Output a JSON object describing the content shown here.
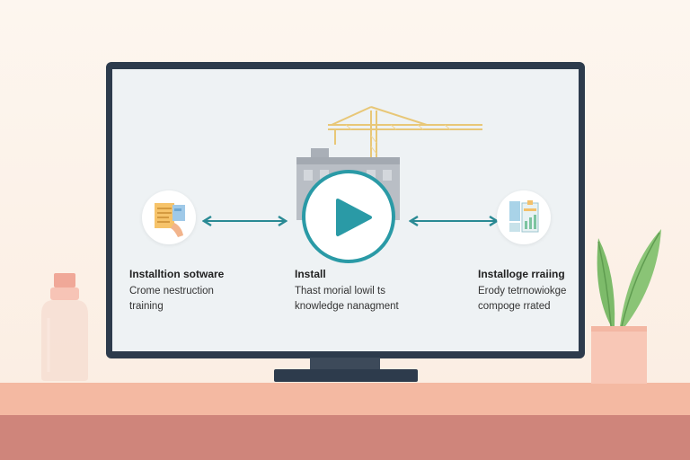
{
  "steps": [
    {
      "title": "Installtion sotware",
      "desc_line1": "Crome nestruction",
      "desc_line2": "training"
    },
    {
      "title": "Install",
      "desc_line1": "Thast morial lowil ts",
      "desc_line2": "knowledge nanagment"
    },
    {
      "title": "Installoge rraiing",
      "desc_line1": "Erody tetrnowiokge",
      "desc_line2": "compoge rrated"
    }
  ],
  "colors": {
    "accent": "#2a9aa6",
    "monitor": "#2d3b4c",
    "shelf": "#f4b9a2",
    "plant": "#7dbb6a"
  },
  "icons": [
    "document-hand-icon",
    "double-arrow-icon",
    "play-icon",
    "double-arrow-icon",
    "clipboard-chart-icon",
    "crane-icon",
    "building-icon"
  ]
}
